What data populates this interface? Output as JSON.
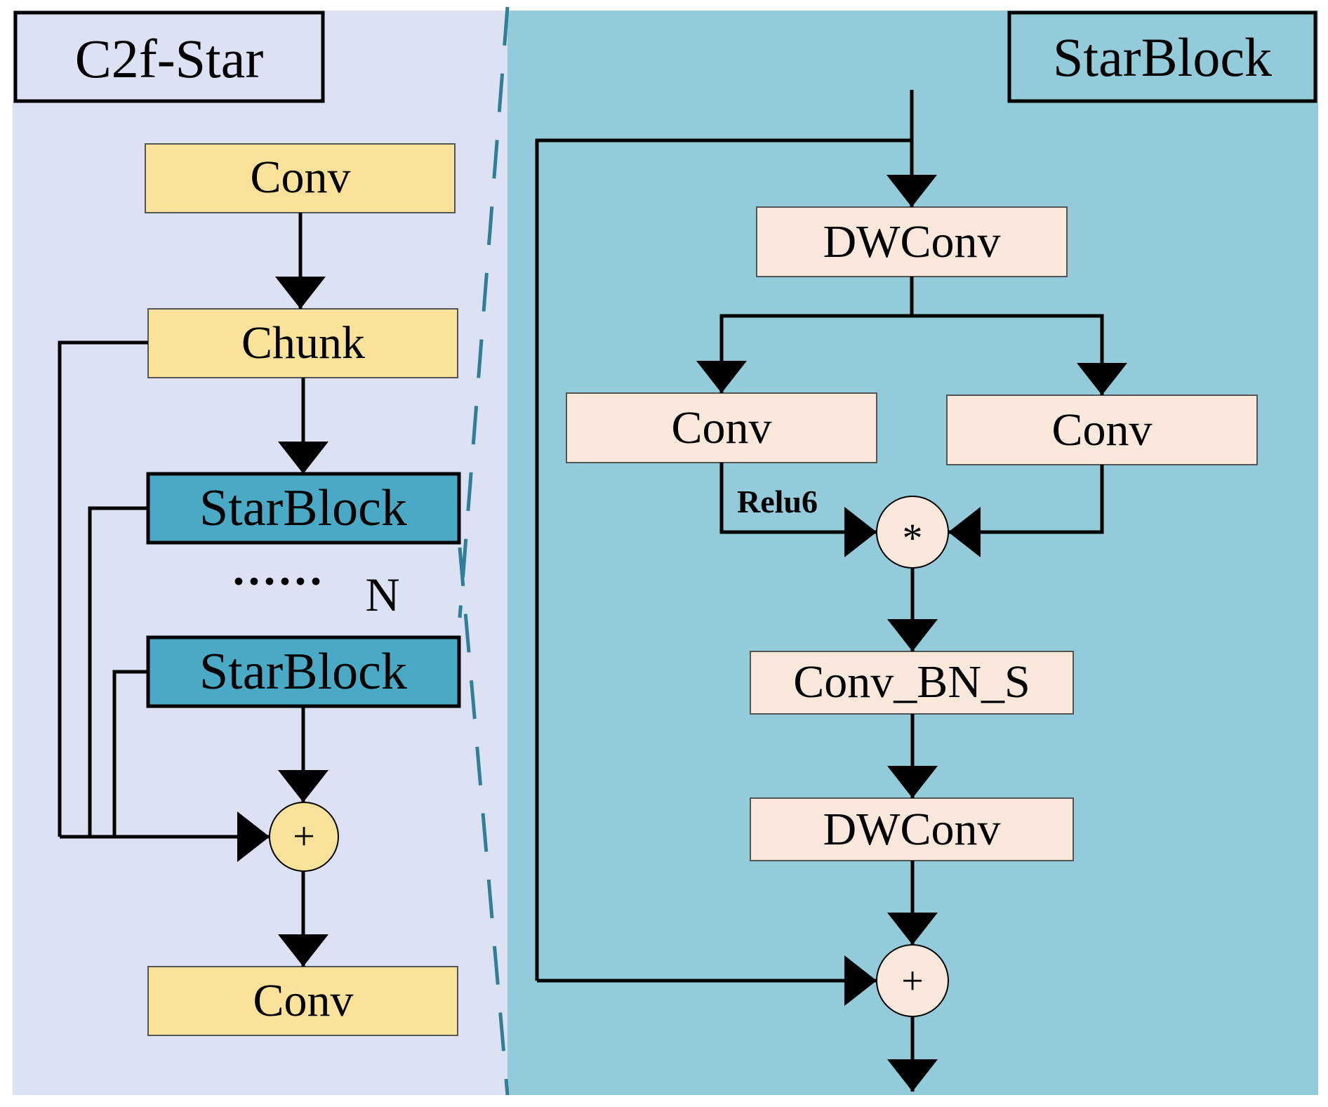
{
  "colors": {
    "left_panel_bg": "#dce1f3",
    "right_panel_bg": "#93cbdb",
    "yellow_block": "#fbe29b",
    "starblock_fill": "#4aaac6",
    "peach_block": "#fae8dc",
    "divider": "#2e7f98",
    "stroke": "#000000"
  },
  "left": {
    "title": "C2f-Star",
    "conv_top": "Conv",
    "chunk": "Chunk",
    "starblock_1": "StarBlock",
    "dots": "······",
    "repeat_label": "N",
    "starblock_2": "StarBlock",
    "add_symbol": "+",
    "conv_bottom": "Conv"
  },
  "right": {
    "title": "StarBlock",
    "dwconv_top": "DWConv",
    "conv_left": "Conv",
    "conv_right": "Conv",
    "activation_label": "Relu6",
    "mul_symbol": "*",
    "conv_bn_s": "Conv_BN_S",
    "dwconv_bottom": "DWConv",
    "add_symbol": "+"
  }
}
